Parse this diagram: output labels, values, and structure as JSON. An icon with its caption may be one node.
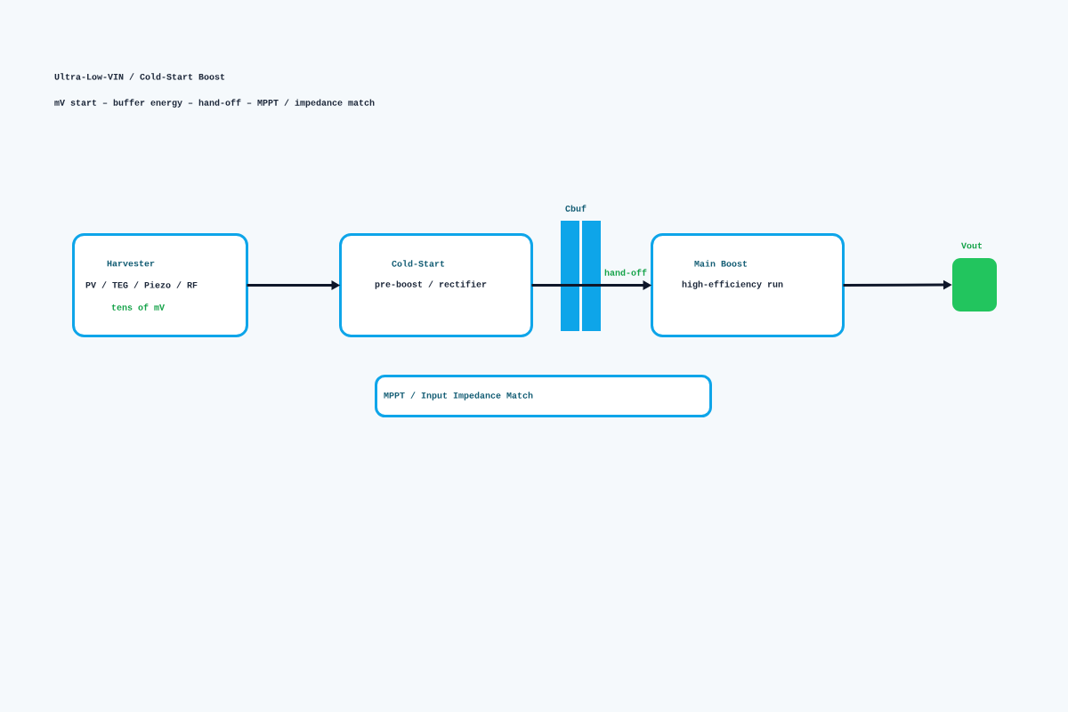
{
  "diagram": {
    "title": "Ultra-Low-VIN / Cold-Start Boost",
    "nodes": [
      {
        "text": [
          "Harvester",
          "PV / TEG / Piezo / RF",
          "tens of mV"
        ]
      },
      {
        "text": [
          "Cold-Start",
          "pre-boost / rectifier"
        ]
      },
      {
        "text": [
          "Cbuf"
        ]
      },
      {
        "text": [
          "Main Boost",
          "high-efficiency run"
        ]
      },
      {
        "text": [
          "Vout"
        ]
      },
      {
        "text": [
          "MPPT / Input Impedance Match"
        ]
      }
    ],
    "edges": [
      {
        "from": 0,
        "to": 1,
        "arrow": "to"
      },
      {
        "from": 1,
        "to": 2,
        "arrow": "none"
      },
      {
        "from": 2,
        "to": 3,
        "arrow": "to",
        "label": "hand-off"
      },
      {
        "from": 3,
        "to": 4,
        "arrow": "to"
      }
    ],
    "labels": [
      "mV start – buffer energy – hand-off – MPPT / impedance match"
    ]
  }
}
